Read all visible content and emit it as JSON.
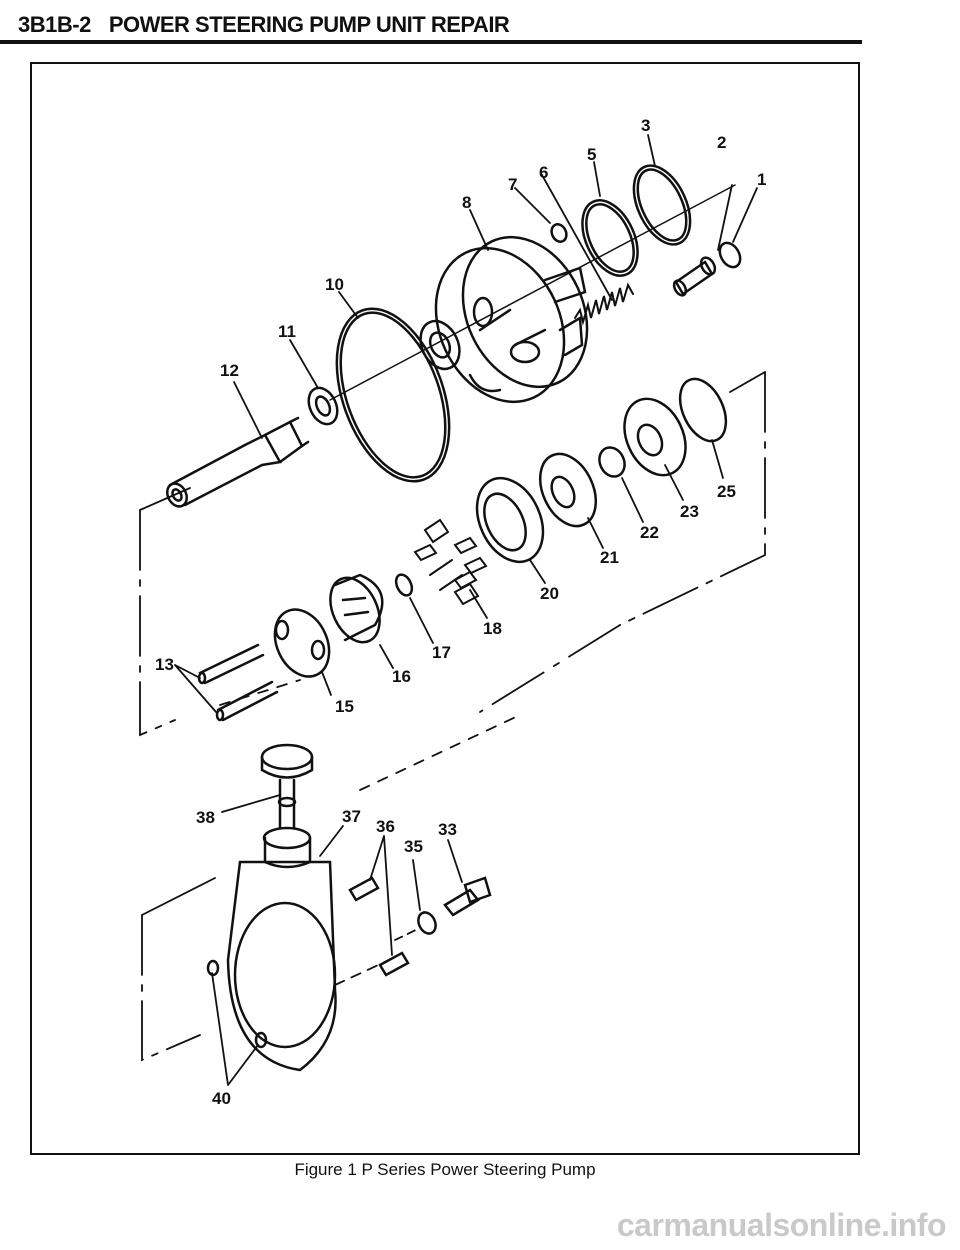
{
  "header": {
    "section_code": "3B1B-2",
    "section_title": "POWER STEERING PUMP UNIT REPAIR"
  },
  "figure": {
    "caption": "Figure 1  P Series Power Steering Pump",
    "labels": [
      {
        "id": "1",
        "text": "1"
      },
      {
        "id": "2",
        "text": "2"
      },
      {
        "id": "3",
        "text": "3"
      },
      {
        "id": "5",
        "text": "5"
      },
      {
        "id": "6",
        "text": "6"
      },
      {
        "id": "7",
        "text": "7"
      },
      {
        "id": "8",
        "text": "8"
      },
      {
        "id": "10",
        "text": "10"
      },
      {
        "id": "11",
        "text": "11"
      },
      {
        "id": "12",
        "text": "12"
      },
      {
        "id": "13",
        "text": "13"
      },
      {
        "id": "15",
        "text": "15"
      },
      {
        "id": "16",
        "text": "16"
      },
      {
        "id": "17",
        "text": "17"
      },
      {
        "id": "18",
        "text": "18"
      },
      {
        "id": "20",
        "text": "20"
      },
      {
        "id": "21",
        "text": "21"
      },
      {
        "id": "22",
        "text": "22"
      },
      {
        "id": "23",
        "text": "23"
      },
      {
        "id": "25",
        "text": "25"
      },
      {
        "id": "33",
        "text": "33"
      },
      {
        "id": "35",
        "text": "35"
      },
      {
        "id": "36",
        "text": "36"
      },
      {
        "id": "37",
        "text": "37"
      },
      {
        "id": "38",
        "text": "38"
      },
      {
        "id": "40",
        "text": "40"
      }
    ]
  },
  "watermark": "carmanualsonline.info"
}
